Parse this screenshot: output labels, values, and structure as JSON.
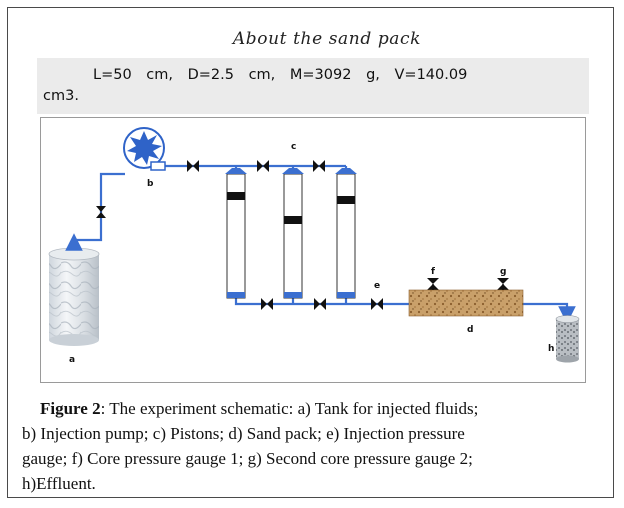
{
  "heading": "About the sand pack",
  "specs": {
    "line1": "L=50 cm, D=2.5 cm, M=3092 g, V=140.09",
    "line2": "cm3."
  },
  "diagram": {
    "labels": {
      "a": "a",
      "b": "b",
      "c": "c",
      "d": "d",
      "e": "e",
      "f": "f",
      "g": "g",
      "h": "h"
    },
    "colors": {
      "pipe": "#3b6fd0",
      "valve": "#111111",
      "piston_marker": "#111111",
      "sand": "#c9a06a",
      "pump": "#2f63c8"
    }
  },
  "caption": {
    "figure_label": "Figure 2",
    "line1_text": ": The experiment schematic: a) Tank for injected fluids;",
    "line2": "b) Injection pump;   c) Pistons; d) Sand pack; e) Injection pressure",
    "line3": "gauge; f) Core pressure gauge 1; g) Second core pressure gauge 2;",
    "line4": " h)Effluent."
  }
}
